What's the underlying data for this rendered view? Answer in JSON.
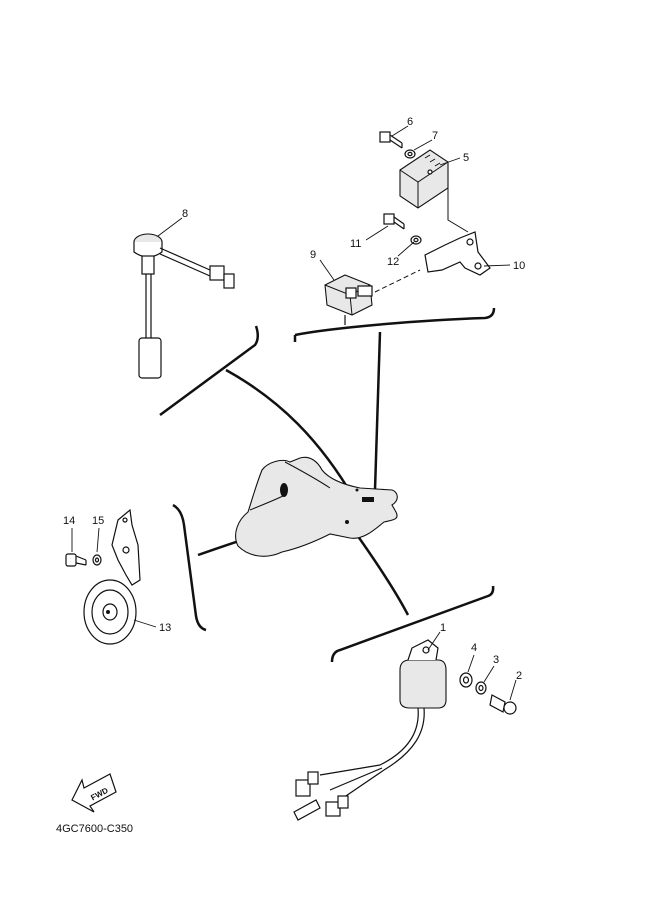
{
  "callouts": {
    "c1": "1",
    "c2": "2",
    "c3": "3",
    "c4": "4",
    "c5": "5",
    "c6": "6",
    "c7": "7",
    "c8": "8",
    "c9": "9",
    "c10": "10",
    "c11": "11",
    "c12": "12",
    "c13": "13",
    "c14": "14",
    "c15": "15"
  },
  "fwd_label": "FWD",
  "diagram_code": "4GC7600-C350"
}
